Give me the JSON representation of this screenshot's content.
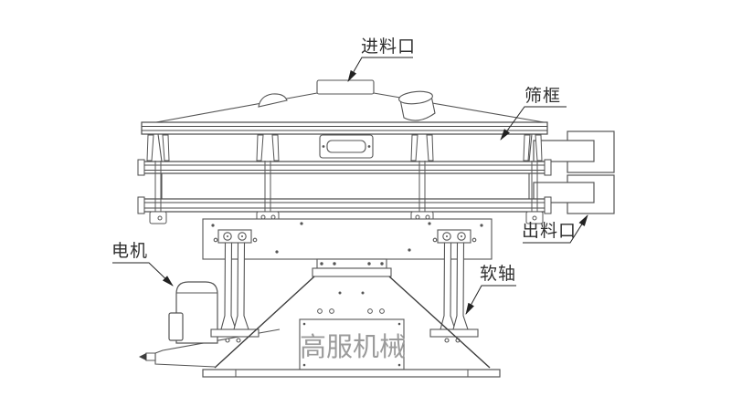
{
  "diagram": {
    "type": "engineering-line-drawing",
    "subject": "vibrating sieve machine (rotary vibrating screen) side section view",
    "labels": {
      "feed_inlet": "进料口",
      "sieve_frame": "筛框",
      "discharge_outlet": "出料口",
      "motor": "电机",
      "soft_shaft": "软轴"
    },
    "watermark": "高服机械",
    "colors": {
      "line": "#555555",
      "dark_line": "#3d3d3d",
      "label_text": "#2f2f2f",
      "watermark_text": "#9b9b9b",
      "background": "#ffffff"
    }
  }
}
